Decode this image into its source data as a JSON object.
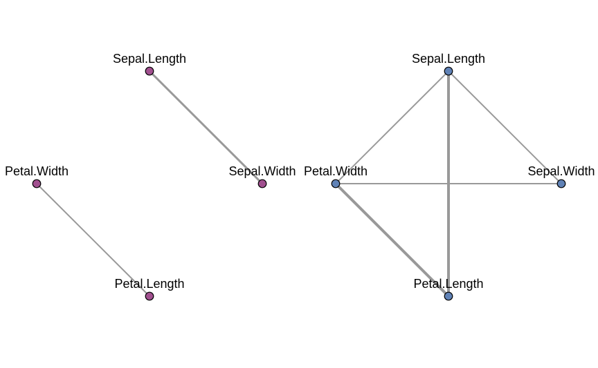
{
  "colors": {
    "background": "#ffffff",
    "edge": "#999999",
    "node_stroke": "#000000",
    "label": "#000000"
  },
  "networks": [
    {
      "name": "",
      "node_color": "#a1508f",
      "nodes": [
        {
          "id": "sepal-length",
          "label": "Sepal.Length"
        },
        {
          "id": "sepal-width",
          "label": "Sepal.Width"
        },
        {
          "id": "petal-width",
          "label": "Petal.Width"
        },
        {
          "id": "petal-length",
          "label": "Petal.Length"
        }
      ],
      "edges": [
        {
          "source": "sepal-length",
          "target": "sepal-width",
          "weight": 3
        },
        {
          "source": "petal-width",
          "target": "petal-length",
          "weight": 2
        }
      ]
    },
    {
      "name": "",
      "node_color": "#6082b6",
      "nodes": [
        {
          "id": "sepal-length",
          "label": "Sepal.Length"
        },
        {
          "id": "sepal-width",
          "label": "Sepal.Width"
        },
        {
          "id": "petal-width",
          "label": "Petal.Width"
        },
        {
          "id": "petal-length",
          "label": "Petal.Length"
        }
      ],
      "edges": [
        {
          "source": "sepal-length",
          "target": "petal-width",
          "weight": 2
        },
        {
          "source": "sepal-length",
          "target": "sepal-width",
          "weight": 2
        },
        {
          "source": "sepal-length",
          "target": "petal-length",
          "weight": 4
        },
        {
          "source": "petal-width",
          "target": "sepal-width",
          "weight": 2
        },
        {
          "source": "petal-width",
          "target": "petal-length",
          "weight": 4
        }
      ]
    }
  ]
}
